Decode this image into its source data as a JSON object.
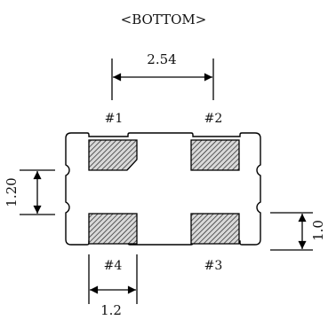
{
  "view_label": "<BOTTOM>",
  "dimensions": {
    "pad_pitch": "2.54",
    "pad_height": "1.20",
    "pad_width": "1.2",
    "right_height": "1.0"
  },
  "pads": {
    "p1": "#1",
    "p2": "#2",
    "p3": "#3",
    "p4": "#4"
  }
}
